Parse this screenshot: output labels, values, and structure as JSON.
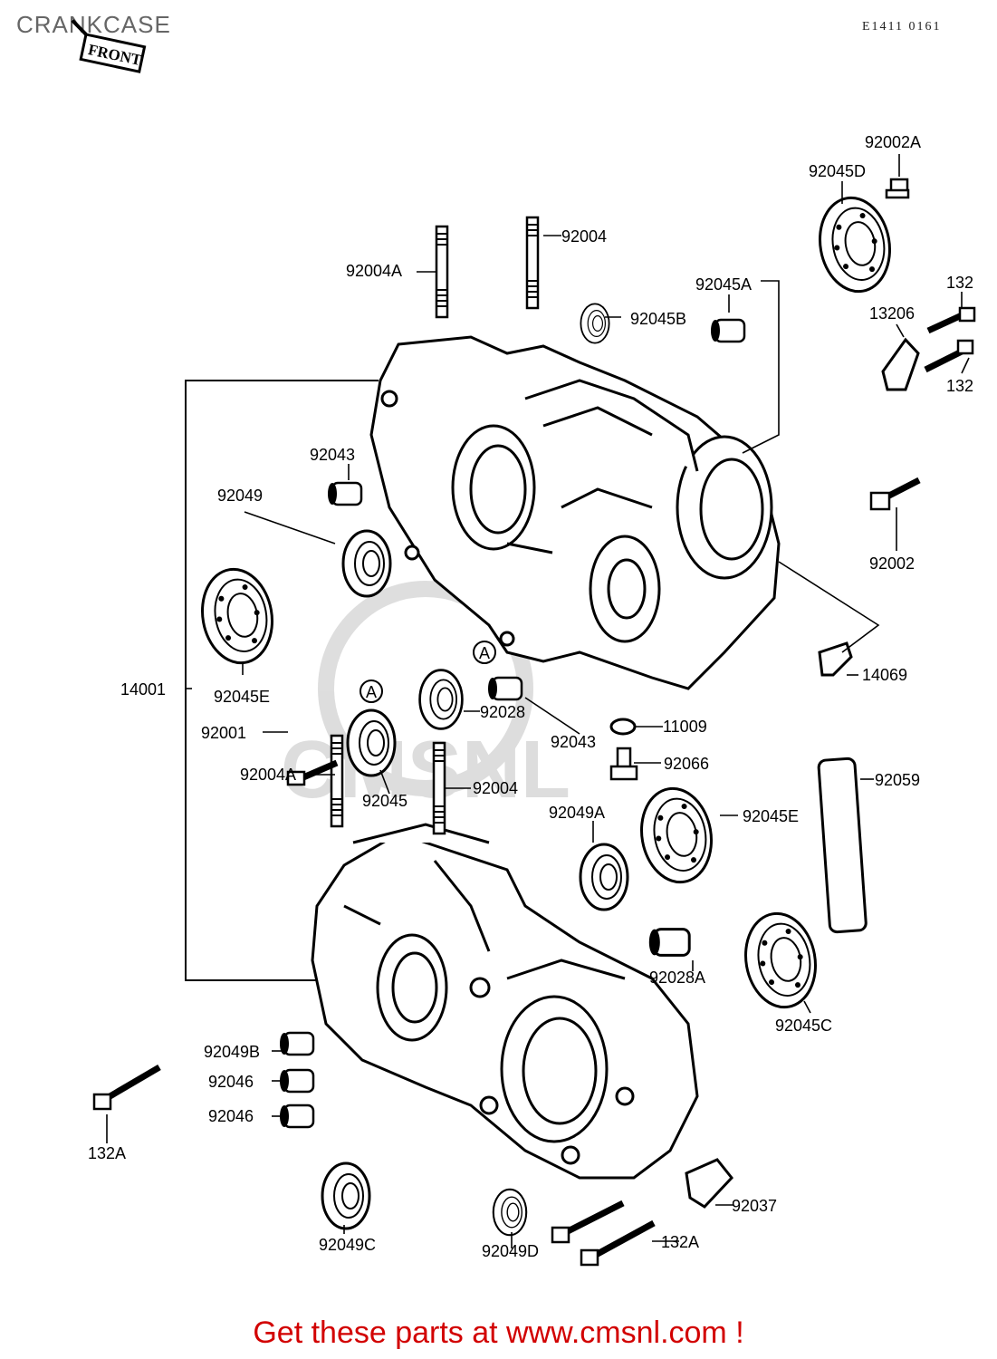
{
  "page": {
    "title": "CRANKCASE",
    "diagram_code": "E1411 0161",
    "front_label": "FRONT",
    "footer_text": "Get these parts at www.cmsnl.com !"
  },
  "watermark": {
    "text": "CMSNL"
  },
  "parts": [
    {
      "id": "92002A",
      "label": "92002A"
    },
    {
      "id": "92045D",
      "label": "92045D"
    },
    {
      "id": "92004-top",
      "label": "92004"
    },
    {
      "id": "92004A-top",
      "label": "92004A"
    },
    {
      "id": "92045A",
      "label": "92045A"
    },
    {
      "id": "132-top",
      "label": "132"
    },
    {
      "id": "13206",
      "label": "13206"
    },
    {
      "id": "92045B",
      "label": "92045B"
    },
    {
      "id": "132-mid",
      "label": "132"
    },
    {
      "id": "92043-top",
      "label": "92043"
    },
    {
      "id": "92049",
      "label": "92049"
    },
    {
      "id": "92002",
      "label": "92002"
    },
    {
      "id": "14001",
      "label": "14001"
    },
    {
      "id": "92045E-left",
      "label": "92045E"
    },
    {
      "id": "14069",
      "label": "14069"
    },
    {
      "id": "92028",
      "label": "92028"
    },
    {
      "id": "92001",
      "label": "92001"
    },
    {
      "id": "11009",
      "label": "11009"
    },
    {
      "id": "92043-mid",
      "label": "92043"
    },
    {
      "id": "92066",
      "label": "92066"
    },
    {
      "id": "92004A-bottom",
      "label": "92004A"
    },
    {
      "id": "92059",
      "label": "92059"
    },
    {
      "id": "92004-bottom",
      "label": "92004"
    },
    {
      "id": "92045",
      "label": "92045"
    },
    {
      "id": "92049A",
      "label": "92049A"
    },
    {
      "id": "92045E-right",
      "label": "92045E"
    },
    {
      "id": "92028A",
      "label": "92028A"
    },
    {
      "id": "92045C",
      "label": "92045C"
    },
    {
      "id": "92049B",
      "label": "92049B"
    },
    {
      "id": "92046-a",
      "label": "92046"
    },
    {
      "id": "92046-b",
      "label": "92046"
    },
    {
      "id": "132A-left",
      "label": "132A"
    },
    {
      "id": "92037",
      "label": "92037"
    },
    {
      "id": "92049C",
      "label": "92049C"
    },
    {
      "id": "92049D",
      "label": "92049D"
    },
    {
      "id": "132A-bottom",
      "label": "132A"
    }
  ],
  "callouts": {
    "a1": "A",
    "a2": "A"
  }
}
